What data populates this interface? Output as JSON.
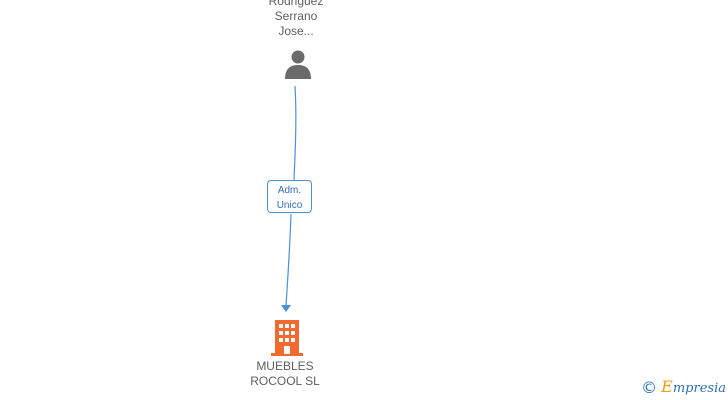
{
  "person": {
    "name_lines": [
      "Rodriguez",
      "Serrano",
      "Jose..."
    ],
    "icon": "person-icon"
  },
  "relation": {
    "label_lines": [
      "Adm.",
      "Unico"
    ],
    "color": "#4a90d9"
  },
  "company": {
    "name_lines": [
      "MUEBLES",
      "ROCOOL SL"
    ],
    "icon": "building-icon",
    "color": "#f26a30"
  },
  "watermark": {
    "symbol": "©",
    "brand_first": "E",
    "brand_rest": "mpresia"
  }
}
